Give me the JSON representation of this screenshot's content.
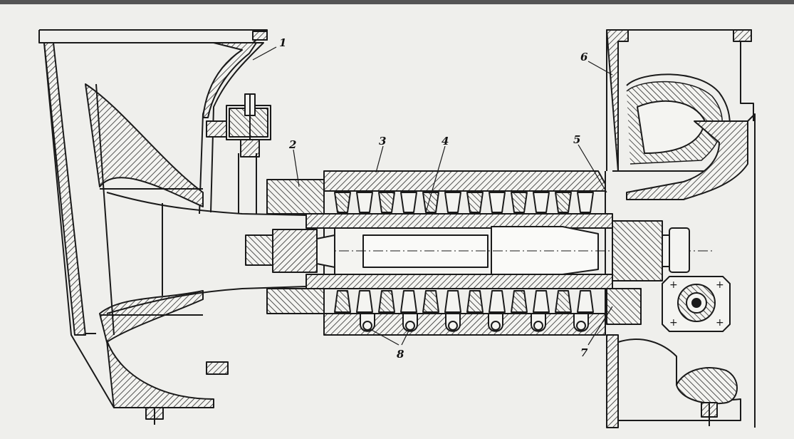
{
  "diagram": {
    "labels": [
      {
        "id": "1",
        "text": "1"
      },
      {
        "id": "2",
        "text": "2"
      },
      {
        "id": "3",
        "text": "3"
      },
      {
        "id": "4",
        "text": "4"
      },
      {
        "id": "5",
        "text": "5"
      },
      {
        "id": "6",
        "text": "6"
      },
      {
        "id": "7",
        "text": "7"
      },
      {
        "id": "8",
        "text": "8"
      }
    ],
    "colors": {
      "ink": "#1a1a1a",
      "paper": "#efefec",
      "hatch": "#2a2a2a"
    }
  }
}
